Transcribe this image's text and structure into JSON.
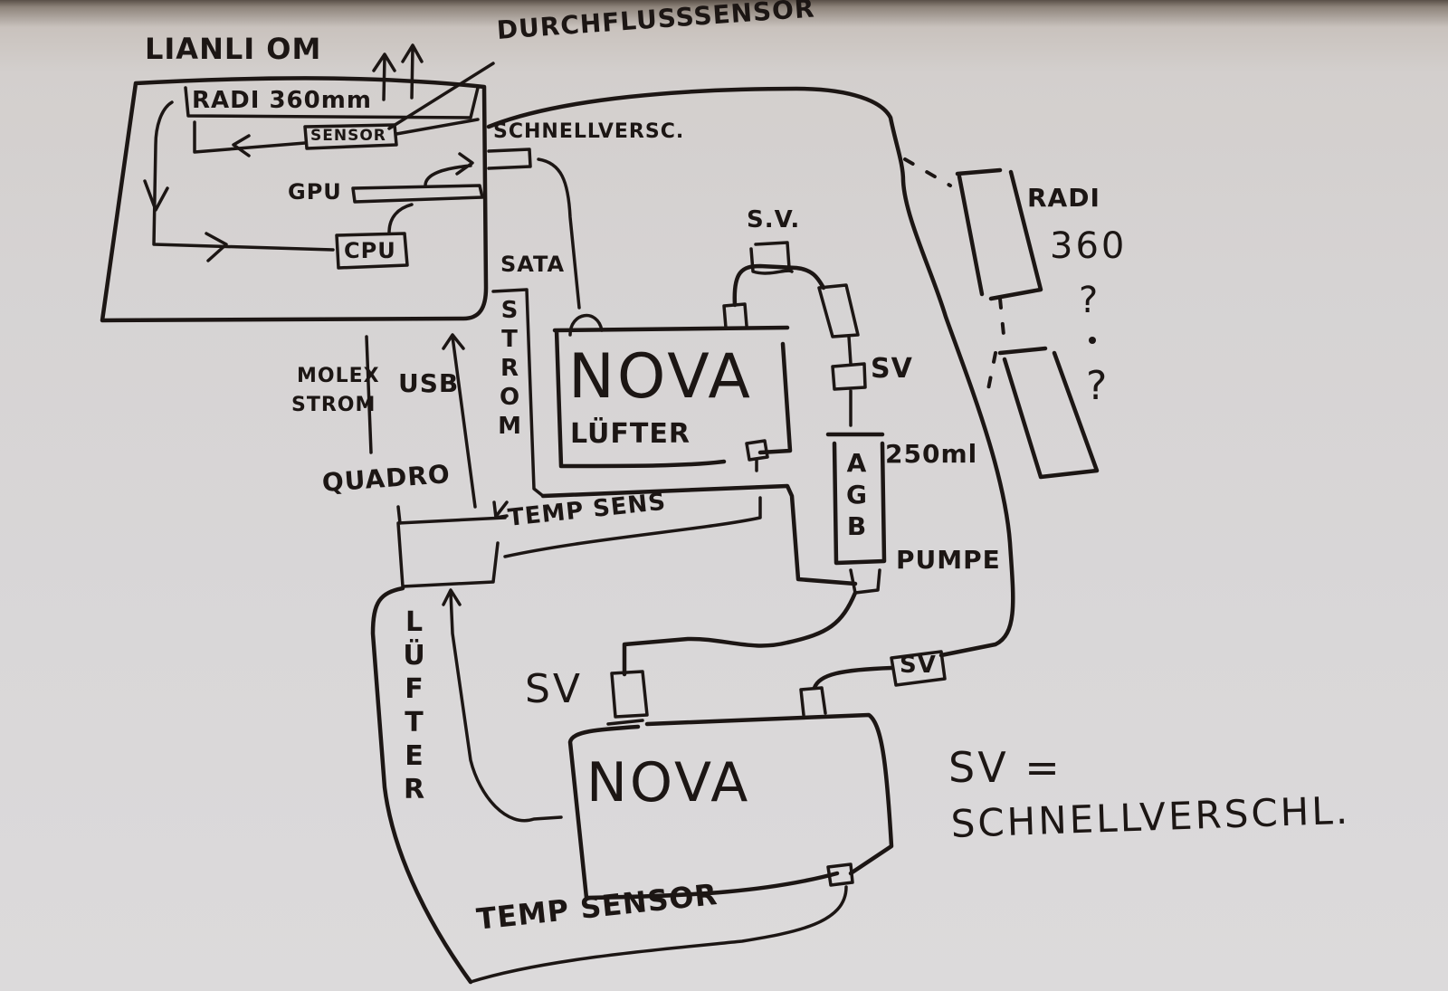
{
  "diagram": {
    "title": "LIANLI OM",
    "ink_color": "#1c1614",
    "paper_color": "#d8d6d7",
    "case": {
      "label": "LIANLI OM",
      "components": {
        "radiator": "RADI 360mm",
        "flow_sensor_box": "SENSOR",
        "flow_sensor_callout": "DURCHFLUSSSENSOR",
        "quick_disconnect": "SCHNELLVERSC.",
        "gpu": "GPU",
        "cpu": "CPU"
      }
    },
    "cables": {
      "sata": "SATA",
      "strom": "STROM",
      "molex": "MOLEX",
      "molex_strom": "STROM",
      "usb": "USB",
      "quadro": "QUADRO",
      "temp_sens_top": "TEMP SENS",
      "luefter_bottom": "LÜFTER",
      "temp_sensor_bottom": "TEMP SENSOR"
    },
    "nova_top": {
      "label": "NOVA",
      "sublabel": "LÜFTER",
      "sv_top": "S.V.",
      "sv_right": "SV"
    },
    "reservoir": {
      "label": "AGB",
      "volume": "250ml",
      "pump": "PUMPE"
    },
    "nova_bottom": {
      "label": "NOVA",
      "sv_left": "SV",
      "sv_right": "SV"
    },
    "external_radiators": {
      "label_line1": "RADI",
      "label_line2": "360",
      "question_1": "?",
      "question_2": "?"
    },
    "legend": {
      "line1": "SV =",
      "line2": "SCHNELLVERSCHL."
    }
  }
}
